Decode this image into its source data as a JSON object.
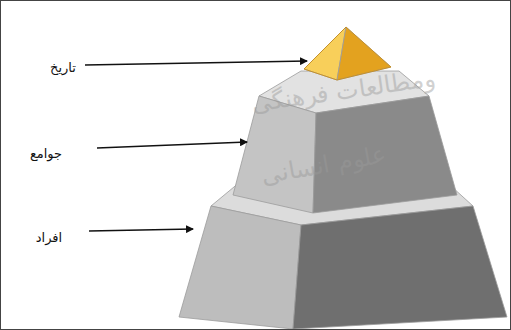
{
  "diagram": {
    "nodes": [
      {
        "text": [
          "تاریخ"
        ]
      },
      {
        "text": [
          "جوامع"
        ]
      },
      {
        "text": [
          "افراد"
        ]
      }
    ],
    "labels": [
      "ومطالعات فرهنگی",
      "علوم انسانی"
    ]
  }
}
